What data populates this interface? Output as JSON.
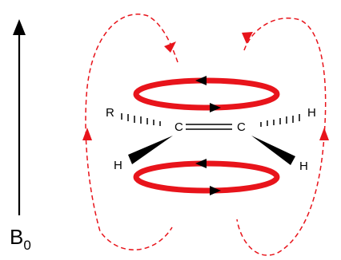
{
  "field": {
    "label": "B",
    "subscript": "0"
  },
  "atoms": {
    "c_left": "C",
    "c_right": "C",
    "r": "R",
    "h_top_right": "H",
    "h_bottom_left": "H",
    "h_bottom_right": "H"
  },
  "colors": {
    "ring_current": "#e8141b",
    "field_lines": "#e8141b",
    "bonds": "#000000"
  }
}
